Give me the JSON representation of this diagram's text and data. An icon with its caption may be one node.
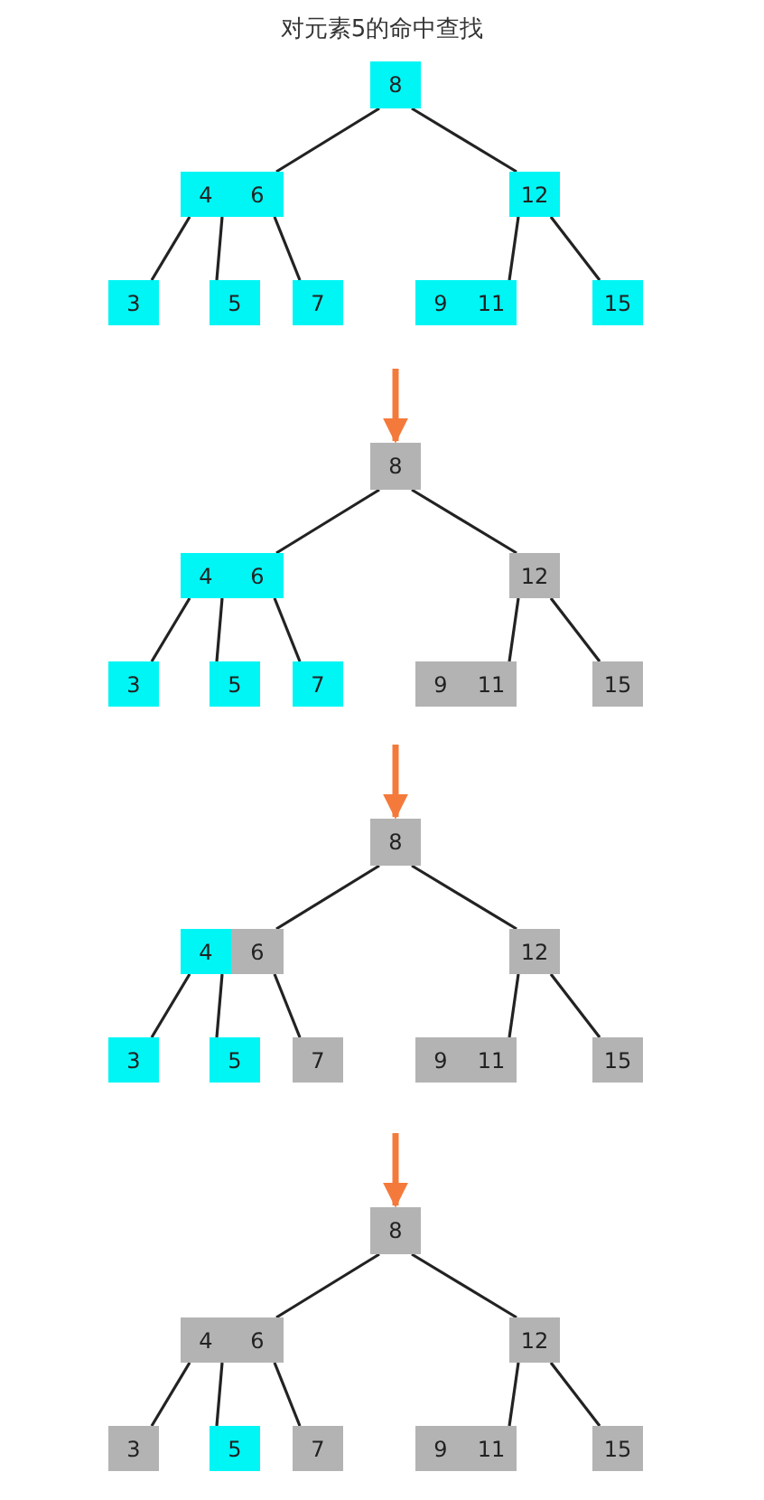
{
  "diagram": {
    "title": "对元素5的命中查找",
    "nodes": [
      {
        "text": [
          "8"
        ]
      },
      {
        "text": [
          "4"
        ]
      },
      {
        "text": [
          "6"
        ]
      },
      {
        "text": [
          "12"
        ]
      },
      {
        "text": [
          "3"
        ]
      },
      {
        "text": [
          "5"
        ]
      },
      {
        "text": [
          "7"
        ]
      },
      {
        "text": [
          "9"
        ]
      },
      {
        "text": [
          "11"
        ]
      },
      {
        "text": [
          "15"
        ]
      },
      {
        "text": [
          "8"
        ]
      },
      {
        "text": [
          "4"
        ]
      },
      {
        "text": [
          "6"
        ]
      },
      {
        "text": [
          "12"
        ]
      },
      {
        "text": [
          "3"
        ]
      },
      {
        "text": [
          "5"
        ]
      },
      {
        "text": [
          "7"
        ]
      },
      {
        "text": [
          "9"
        ]
      },
      {
        "text": [
          "11"
        ]
      },
      {
        "text": [
          "15"
        ]
      },
      {
        "text": [
          "8"
        ]
      },
      {
        "text": [
          "4"
        ]
      },
      {
        "text": [
          "6"
        ]
      },
      {
        "text": [
          "12"
        ]
      },
      {
        "text": [
          "3"
        ]
      },
      {
        "text": [
          "5"
        ]
      },
      {
        "text": [
          "7"
        ]
      },
      {
        "text": [
          "9"
        ]
      },
      {
        "text": [
          "11"
        ]
      },
      {
        "text": [
          "15"
        ]
      },
      {
        "text": [
          "8"
        ]
      },
      {
        "text": [
          "4"
        ]
      },
      {
        "text": [
          "6"
        ]
      },
      {
        "text": [
          "12"
        ]
      },
      {
        "text": [
          "3"
        ]
      },
      {
        "text": [
          "5"
        ]
      },
      {
        "text": [
          "7"
        ]
      },
      {
        "text": [
          "9"
        ]
      },
      {
        "text": [
          "11"
        ]
      },
      {
        "text": [
          "15"
        ]
      }
    ],
    "edges": [
      {
        "from": 0,
        "to": 2,
        "arrow": "none"
      },
      {
        "from": 0,
        "to": 3,
        "arrow": "none"
      },
      {
        "from": 1,
        "to": 4,
        "arrow": "none"
      },
      {
        "from": 1,
        "to": 5,
        "arrow": "none"
      },
      {
        "from": 2,
        "to": 6,
        "arrow": "none"
      },
      {
        "from": 3,
        "to": 8,
        "arrow": "none"
      },
      {
        "from": 3,
        "to": 9,
        "arrow": "none"
      },
      {
        "from": null,
        "to": 10,
        "arrow": "to",
        "style": "thick",
        "color": "#f47a3c"
      },
      {
        "from": 10,
        "to": 12,
        "arrow": "none"
      },
      {
        "from": 10,
        "to": 13,
        "arrow": "none"
      },
      {
        "from": 11,
        "to": 14,
        "arrow": "none"
      },
      {
        "from": 11,
        "to": 15,
        "arrow": "none"
      },
      {
        "from": 12,
        "to": 16,
        "arrow": "none"
      },
      {
        "from": 13,
        "to": 18,
        "arrow": "none"
      },
      {
        "from": 13,
        "to": 19,
        "arrow": "none"
      },
      {
        "from": null,
        "to": 20,
        "arrow": "to",
        "style": "thick",
        "color": "#f47a3c"
      },
      {
        "from": 20,
        "to": 22,
        "arrow": "none"
      },
      {
        "from": 20,
        "to": 23,
        "arrow": "none"
      },
      {
        "from": 21,
        "to": 24,
        "arrow": "none"
      },
      {
        "from": 21,
        "to": 25,
        "arrow": "none"
      },
      {
        "from": 22,
        "to": 26,
        "arrow": "none"
      },
      {
        "from": 23,
        "to": 28,
        "arrow": "none"
      },
      {
        "from": 23,
        "to": 29,
        "arrow": "none"
      },
      {
        "from": null,
        "to": 30,
        "arrow": "to",
        "style": "thick",
        "color": "#f47a3c"
      },
      {
        "from": 30,
        "to": 32,
        "arrow": "none"
      },
      {
        "from": 30,
        "to": 33,
        "arrow": "none"
      },
      {
        "from": 31,
        "to": 34,
        "arrow": "none"
      },
      {
        "from": 31,
        "to": 35,
        "arrow": "none"
      },
      {
        "from": 32,
        "to": 36,
        "arrow": "none"
      },
      {
        "from": 33,
        "to": 38,
        "arrow": "none"
      },
      {
        "from": 33,
        "to": 39,
        "arrow": "none"
      }
    ]
  }
}
